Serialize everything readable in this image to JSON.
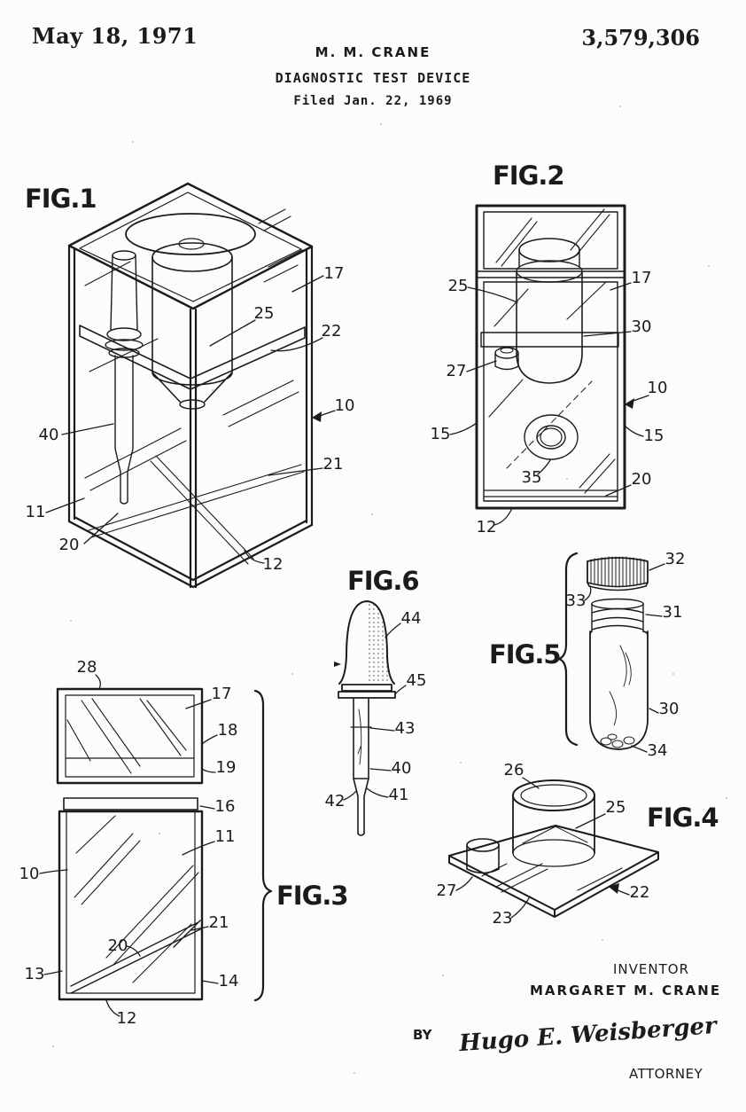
{
  "page": {
    "background": "#fcfcfa",
    "ink": "#1b1b1b"
  },
  "header": {
    "date": "May 18, 1971",
    "author": "M. M. CRANE",
    "patent_number": "3,579,306",
    "doc_title": "DIAGNOSTIC TEST DEVICE",
    "filed_line": "Filed Jan. 22, 1969"
  },
  "figures": {
    "fig1": {
      "title": "FIG.1",
      "refs": [
        "17",
        "25",
        "22",
        "10",
        "40",
        "21",
        "11",
        "20",
        "12"
      ]
    },
    "fig2": {
      "title": "FIG.2",
      "refs": [
        "25",
        "17",
        "30",
        "27",
        "10",
        "15",
        "15",
        "35",
        "20",
        "12"
      ]
    },
    "fig3": {
      "title": "FIG.3",
      "refs": [
        "28",
        "17",
        "18",
        "19",
        "16",
        "11",
        "10",
        "21",
        "20",
        "13",
        "14",
        "12"
      ]
    },
    "fig4": {
      "title": "FIG.4",
      "refs": [
        "26",
        "25",
        "27",
        "23",
        "22"
      ]
    },
    "fig5": {
      "title": "FIG.5",
      "refs": [
        "32",
        "33",
        "31",
        "30",
        "34"
      ]
    },
    "fig6": {
      "title": "FIG.6",
      "refs": [
        "44",
        "45",
        "43",
        "40",
        "41",
        "42"
      ]
    }
  },
  "footer": {
    "inventor_caption": "INVENTOR",
    "inventor_name": "MARGARET  M. CRANE",
    "by_label": "BY",
    "signature": "Hugo E. Weisberger",
    "attorney_caption": "ATTORNEY"
  }
}
